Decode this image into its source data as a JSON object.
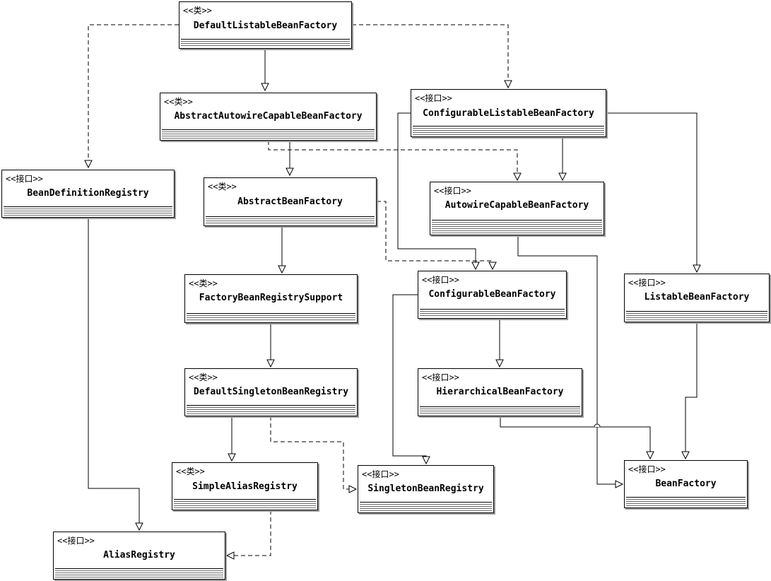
{
  "diagram": {
    "colors": {
      "line": "#000000",
      "shadow": "#9a9a9a",
      "background": "#ffffff"
    },
    "nodes": [
      {
        "id": "DefaultListableBeanFactory",
        "stereotype": "<<类>>",
        "name": "DefaultListableBeanFactory"
      },
      {
        "id": "AbstractAutowireCapableBeanFactory",
        "stereotype": "<<类>>",
        "name": "AbstractAutowireCapableBeanFactory"
      },
      {
        "id": "ConfigurableListableBeanFactory",
        "stereotype": "<<接口>>",
        "name": "ConfigurableListableBeanFactory"
      },
      {
        "id": "BeanDefinitionRegistry",
        "stereotype": "<<接口>>",
        "name": "BeanDefinitionRegistry"
      },
      {
        "id": "AbstractBeanFactory",
        "stereotype": "<<类>>",
        "name": "AbstractBeanFactory"
      },
      {
        "id": "AutowireCapableBeanFactory",
        "stereotype": "<<接口>>",
        "name": "AutowireCapableBeanFactory"
      },
      {
        "id": "FactoryBeanRegistrySupport",
        "stereotype": "<<类>>",
        "name": "FactoryBeanRegistrySupport"
      },
      {
        "id": "ConfigurableBeanFactory",
        "stereotype": "<<接口>>",
        "name": "ConfigurableBeanFactory"
      },
      {
        "id": "ListableBeanFactory",
        "stereotype": "<<接口>>",
        "name": "ListableBeanFactory"
      },
      {
        "id": "DefaultSingletonBeanRegistry",
        "stereotype": "<<类>>",
        "name": "DefaultSingletonBeanRegistry"
      },
      {
        "id": "HierarchicalBeanFactory",
        "stereotype": "<<接口>>",
        "name": "HierarchicalBeanFactory"
      },
      {
        "id": "SimpleAliasRegistry",
        "stereotype": "<<类>>",
        "name": "SimpleAliasRegistry"
      },
      {
        "id": "SingletonBeanRegistry",
        "stereotype": "<<接口>>",
        "name": "SingletonBeanRegistry"
      },
      {
        "id": "BeanFactory",
        "stereotype": "<<接口>>",
        "name": "BeanFactory"
      },
      {
        "id": "AliasRegistry",
        "stereotype": "<<接口>>",
        "name": "AliasRegistry"
      }
    ],
    "edges": [
      {
        "from": "DefaultListableBeanFactory",
        "to": "AbstractAutowireCapableBeanFactory",
        "kind": "extends"
      },
      {
        "from": "DefaultListableBeanFactory",
        "to": "ConfigurableListableBeanFactory",
        "kind": "implements"
      },
      {
        "from": "DefaultListableBeanFactory",
        "to": "BeanDefinitionRegistry",
        "kind": "implements"
      },
      {
        "from": "AbstractAutowireCapableBeanFactory",
        "to": "AbstractBeanFactory",
        "kind": "extends"
      },
      {
        "from": "AbstractAutowireCapableBeanFactory",
        "to": "AutowireCapableBeanFactory",
        "kind": "implements"
      },
      {
        "from": "ConfigurableListableBeanFactory",
        "to": "AutowireCapableBeanFactory",
        "kind": "extends"
      },
      {
        "from": "ConfigurableListableBeanFactory",
        "to": "ListableBeanFactory",
        "kind": "extends"
      },
      {
        "from": "ConfigurableListableBeanFactory",
        "to": "ConfigurableBeanFactory",
        "kind": "extends"
      },
      {
        "from": "AbstractBeanFactory",
        "to": "FactoryBeanRegistrySupport",
        "kind": "extends"
      },
      {
        "from": "AbstractBeanFactory",
        "to": "ConfigurableBeanFactory",
        "kind": "implements"
      },
      {
        "from": "AutowireCapableBeanFactory",
        "to": "BeanFactory",
        "kind": "extends"
      },
      {
        "from": "FactoryBeanRegistrySupport",
        "to": "DefaultSingletonBeanRegistry",
        "kind": "extends"
      },
      {
        "from": "ConfigurableBeanFactory",
        "to": "HierarchicalBeanFactory",
        "kind": "extends"
      },
      {
        "from": "ConfigurableBeanFactory",
        "to": "SingletonBeanRegistry",
        "kind": "extends"
      },
      {
        "from": "ListableBeanFactory",
        "to": "BeanFactory",
        "kind": "extends"
      },
      {
        "from": "HierarchicalBeanFactory",
        "to": "BeanFactory",
        "kind": "extends"
      },
      {
        "from": "DefaultSingletonBeanRegistry",
        "to": "SimpleAliasRegistry",
        "kind": "extends"
      },
      {
        "from": "DefaultSingletonBeanRegistry",
        "to": "SingletonBeanRegistry",
        "kind": "implements"
      },
      {
        "from": "SimpleAliasRegistry",
        "to": "AliasRegistry",
        "kind": "implements"
      },
      {
        "from": "BeanDefinitionRegistry",
        "to": "AliasRegistry",
        "kind": "extends"
      }
    ]
  }
}
